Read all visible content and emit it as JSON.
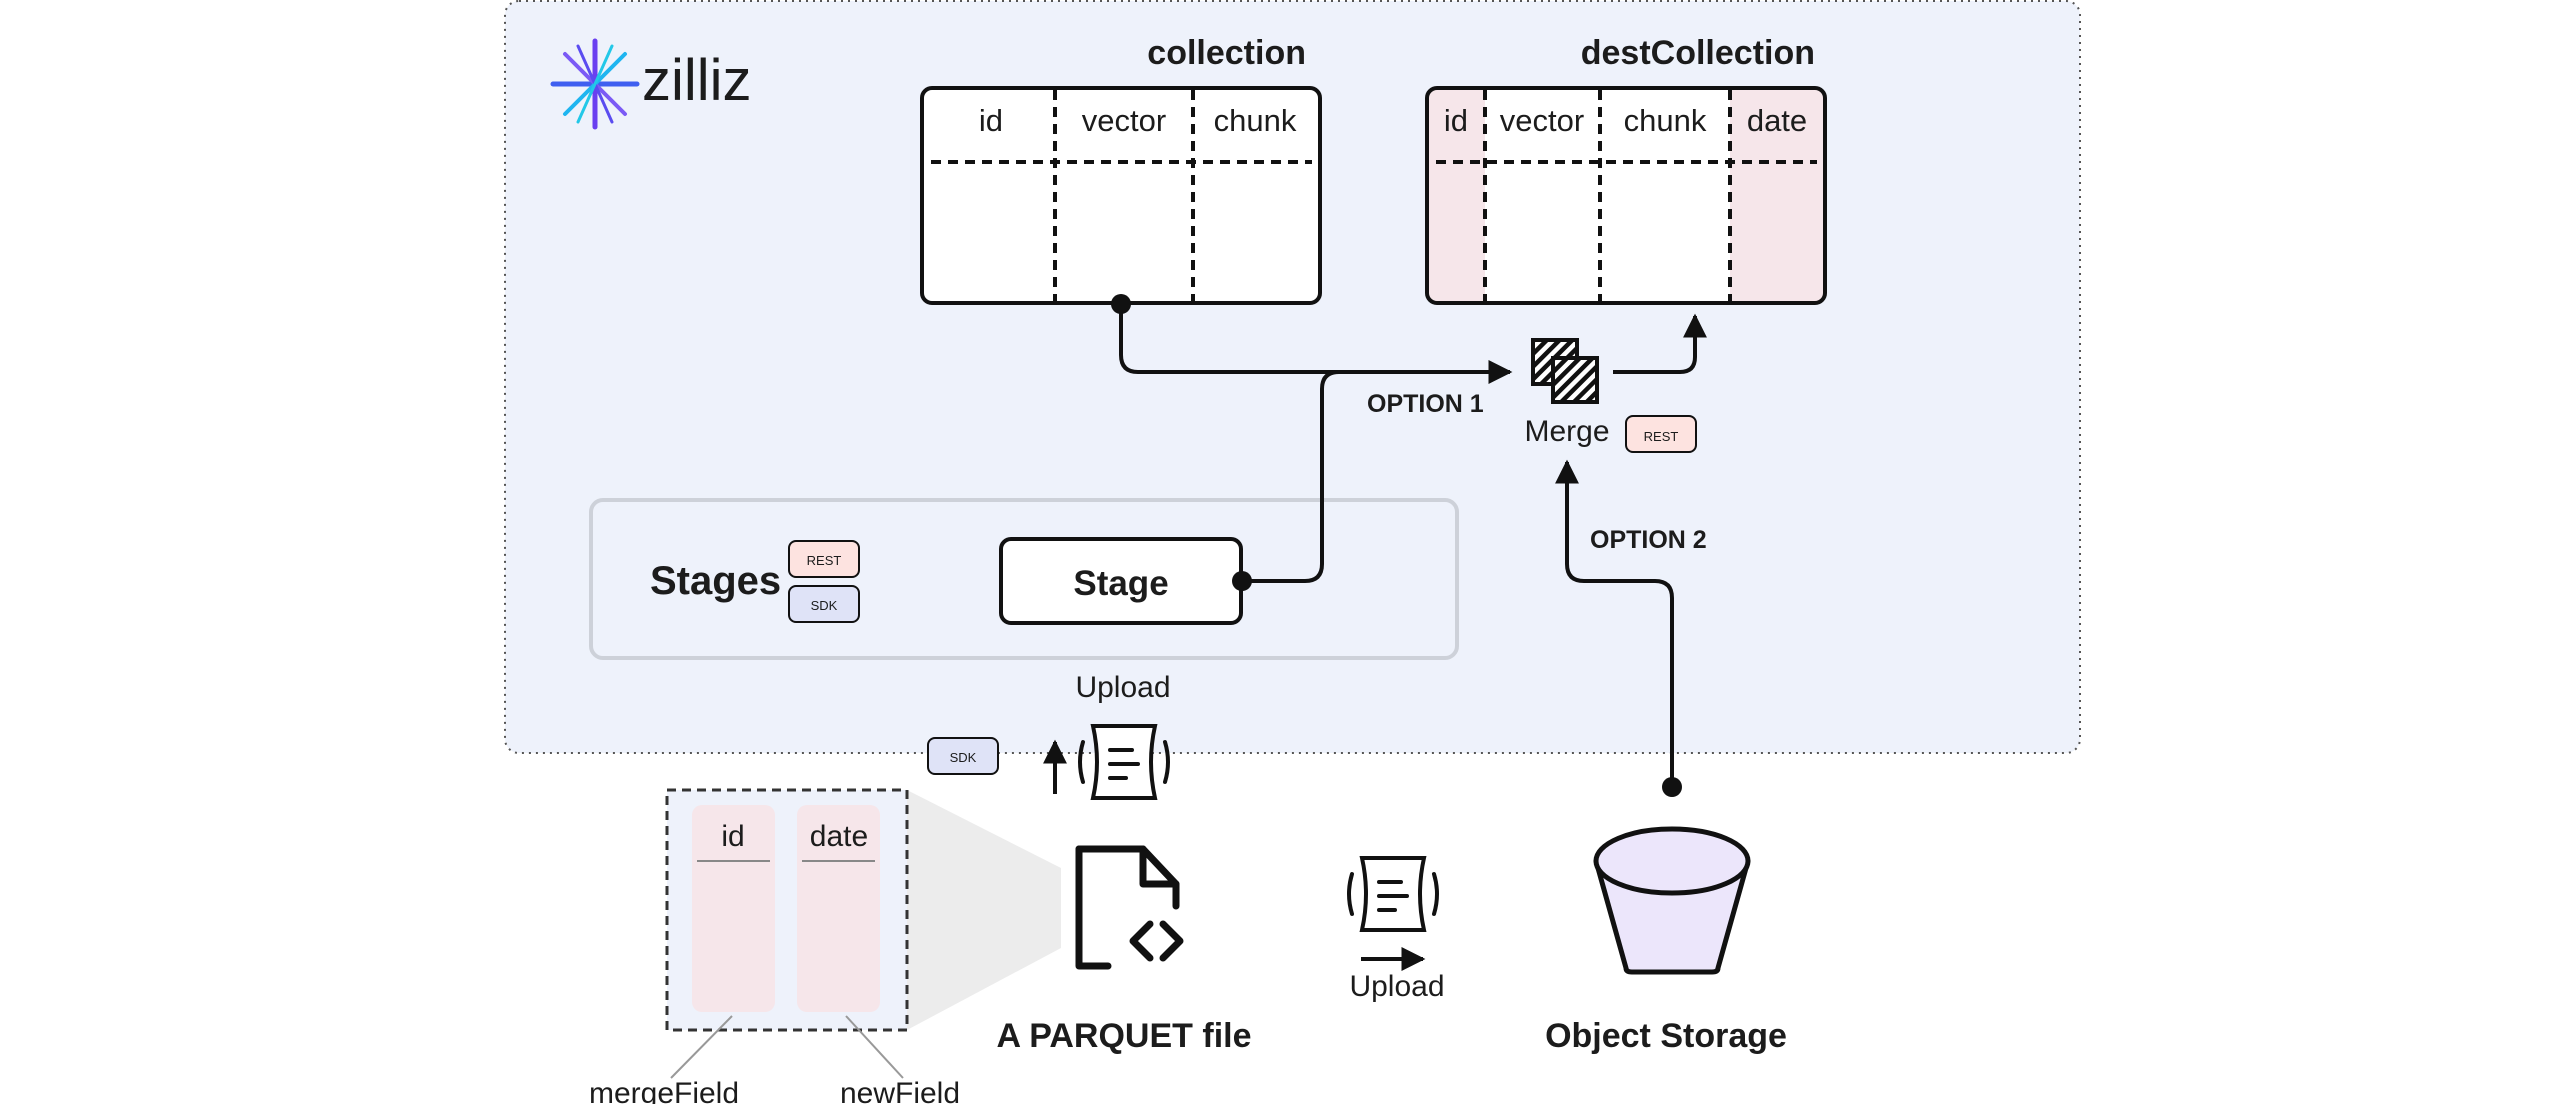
{
  "brand": {
    "name": "zilliz"
  },
  "collection": {
    "title": "collection",
    "columns": [
      "id",
      "vector",
      "chunk"
    ]
  },
  "dest_collection": {
    "title": "destCollection",
    "columns": [
      "id",
      "vector",
      "chunk",
      "date"
    ]
  },
  "merge": {
    "label": "Merge",
    "badge": "REST"
  },
  "options": {
    "option1": "OPTION 1",
    "option2": "OPTION 2"
  },
  "stages": {
    "title": "Stages",
    "badges": [
      "REST",
      "SDK"
    ],
    "stage_label": "Stage"
  },
  "upload_top": {
    "label": "Upload",
    "badge": "SDK"
  },
  "upload_bottom": {
    "label": "Upload"
  },
  "parquet": {
    "label": "A PARQUET file",
    "fields": [
      "id",
      "date"
    ],
    "callouts": [
      "mergeField",
      "newField"
    ]
  },
  "object_storage": {
    "label": "Object Storage"
  },
  "colors": {
    "panel_bg": "#eef2fb",
    "new_field": "#f6e6ea",
    "rest_badge": "#fde3e0",
    "sdk_badge": "#dfe3f7",
    "bucket": "#ece6fb"
  },
  "icons": [
    "zilliz-logo-icon",
    "merge-icon",
    "upload-arrow-icon",
    "scroll-file-icon",
    "parquet-file-icon",
    "bucket-icon"
  ]
}
